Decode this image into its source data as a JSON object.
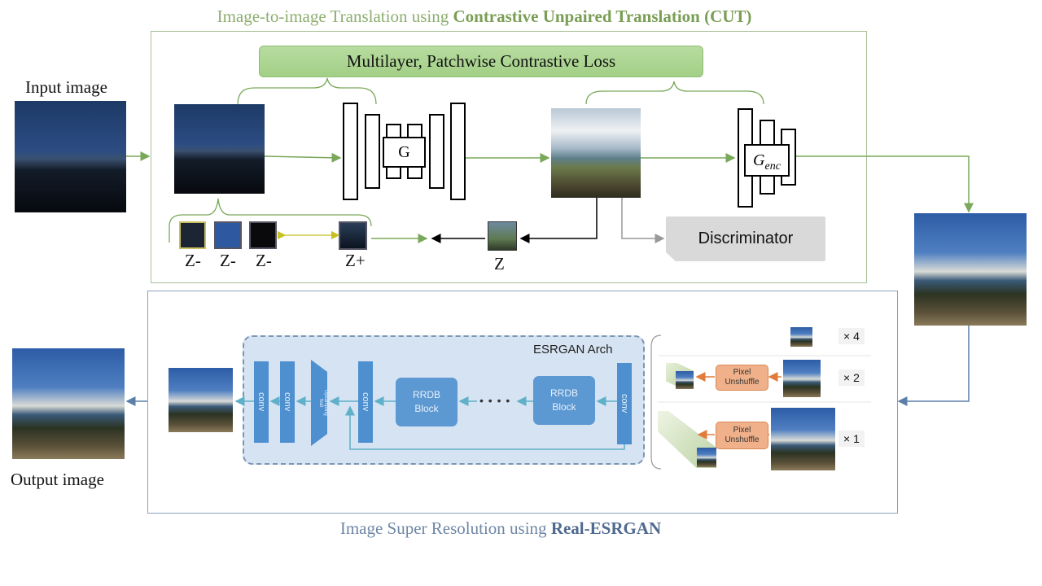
{
  "titles": {
    "top_prefix": "Image-to-image Translation using ",
    "top_bold": "Contrastive Unpaired Translation (CUT)",
    "bottom_prefix": "Image Super Resolution using ",
    "bottom_bold": "Real-ESRGAN"
  },
  "labels": {
    "input": "Input image",
    "output": "Output image",
    "loss": "Multilayer, Patchwise Contrastive Loss",
    "generator": "G",
    "encoder_base": "G",
    "encoder_sub": "enc",
    "discriminator": "Discriminator",
    "z_neg": "Z-",
    "z_pos": "Z+",
    "z": "Z"
  },
  "esrgan": {
    "arch_title": "ESRGAN Arch",
    "conv": "conv",
    "upsampling": "Upsampling\nfeat",
    "rrdb_line1": "RRDB",
    "rrdb_line2": "Block",
    "dots": "• • • •",
    "pixel_line1": "Pixel",
    "pixel_line2": "Unshuffle",
    "scale_4": "× 4",
    "scale_2": "× 2",
    "scale_1": "× 1"
  }
}
